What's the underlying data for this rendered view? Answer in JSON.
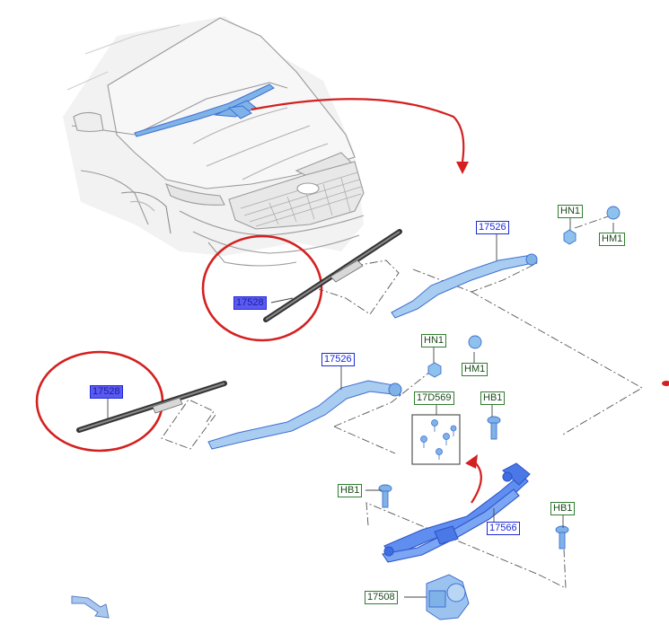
{
  "colors": {
    "part_blue": "#7fb3e8",
    "part_blue_dark": "#3f6fd1",
    "highlight_red": "#d42020",
    "label_blue": "#1d2bd6",
    "label_selected": "#5a5af2",
    "label_green": "#2f7d2f",
    "leader_line": "#555555"
  },
  "callouts": {
    "blade_upper": "17528",
    "blade_lower": "17528",
    "arm_upper": "17526",
    "arm_lower": "17526",
    "nut_upper": "HN1",
    "cap_upper": "HM1",
    "nut_lower": "HN1",
    "cap_lower": "HM1",
    "bolt_kit": "17D569",
    "bolt_top": "HB1",
    "bolt_left": "HB1",
    "bolt_right": "HB1",
    "linkage": "17566",
    "motor": "17508"
  },
  "icons": {
    "front_arrow": "front-direction-arrow-icon",
    "connector_arrow": "curved-red-arrow-icon"
  }
}
